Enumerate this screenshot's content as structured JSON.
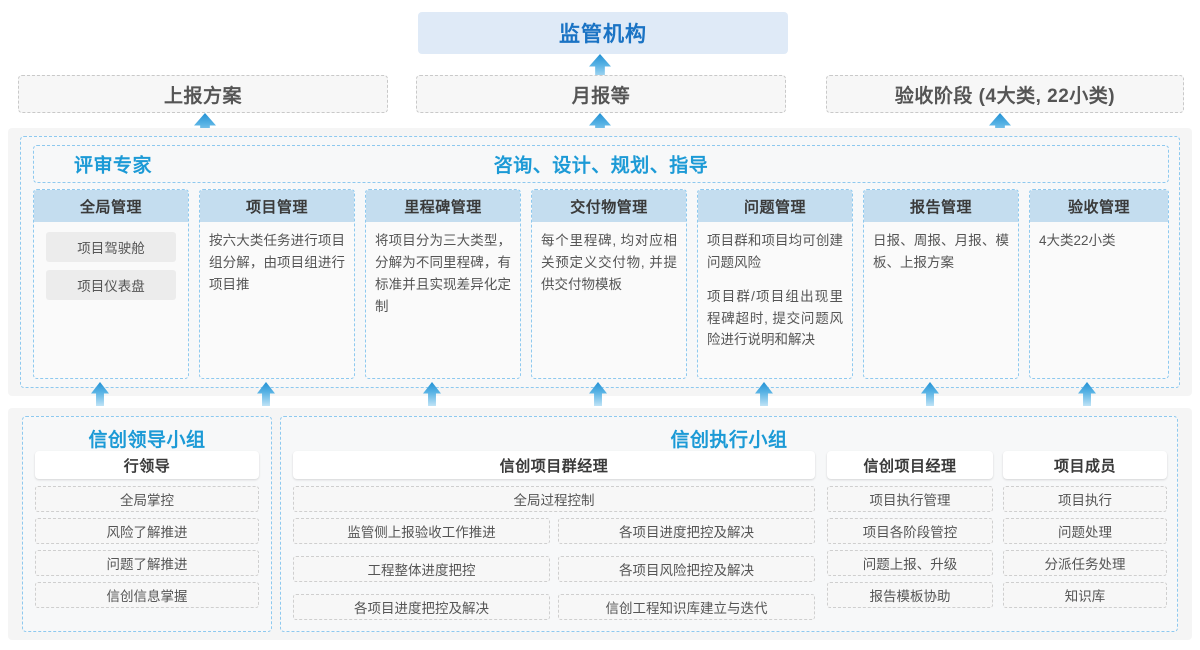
{
  "top": {
    "regulator": "监管机构",
    "boxes": [
      "上报方案",
      "月报等",
      "验收阶段 (4大类, 22小类)"
    ]
  },
  "middle": {
    "label_left": "评审专家",
    "label_center": "咨询、设计、规划、指导",
    "columns": [
      {
        "title": "全局管理",
        "kind": "pills",
        "pills": [
          "项目驾驶舱",
          "项目仪表盘"
        ],
        "paragraphs": []
      },
      {
        "title": "项目管理",
        "kind": "text",
        "pills": [],
        "paragraphs": [
          "按六大类任务进行项目组分解，由项目组进行项目推"
        ]
      },
      {
        "title": "里程碑管理",
        "kind": "text",
        "pills": [],
        "paragraphs": [
          "将项目分为三大类型，分解为不同里程碑，有标准并且实现差异化定制"
        ]
      },
      {
        "title": "交付物管理",
        "kind": "text",
        "pills": [],
        "paragraphs": [
          "每个里程碑, 均对应相关预定义交付物, 并提供交付物模板"
        ]
      },
      {
        "title": "问题管理",
        "kind": "text",
        "pills": [],
        "paragraphs": [
          "项目群和项目均可创建问题风险",
          "项目群/项目组出现里程碑超时, 提交问题风险进行说明和解决"
        ]
      },
      {
        "title": "报告管理",
        "kind": "text",
        "pills": [],
        "paragraphs": [
          "日报、周报、月报、模板、上报方案"
        ]
      },
      {
        "title": "验收管理",
        "kind": "text",
        "pills": [],
        "paragraphs": [
          "4大类22小类"
        ]
      }
    ]
  },
  "bottom": {
    "leading_group": {
      "title": "信创领导小组",
      "role": "行领导",
      "tasks": [
        "全局掌控",
        "风险了解推进",
        "问题了解推进",
        "信创信息掌握"
      ]
    },
    "exec_group": {
      "title": "信创执行小组",
      "program_manager": {
        "role": "信创项目群经理",
        "full_width_task": "全局过程控制",
        "rows": [
          [
            "监管侧上报验收工作推进",
            "各项目进度把控及解决"
          ],
          [
            "工程整体进度把控",
            "各项目风险把控及解决"
          ],
          [
            "各项目进度把控及解决",
            "信创工程知识库建立与迭代"
          ]
        ]
      },
      "project_manager": {
        "role": "信创项目经理",
        "tasks": [
          "项目执行管理",
          "项目各阶段管控",
          "问题上报、升级",
          "报告模板协助"
        ]
      },
      "project_member": {
        "role": "项目成员",
        "tasks": [
          "项目执行",
          "问题处理",
          "分派任务处理",
          "知识库"
        ]
      }
    }
  },
  "arrows": {
    "name": "up-arrow-icon",
    "color": "#2391d4",
    "top_row_x": [
      205,
      600,
      1000
    ],
    "mid_row_x": [
      100,
      266,
      432,
      598,
      764,
      930,
      1096
    ]
  }
}
